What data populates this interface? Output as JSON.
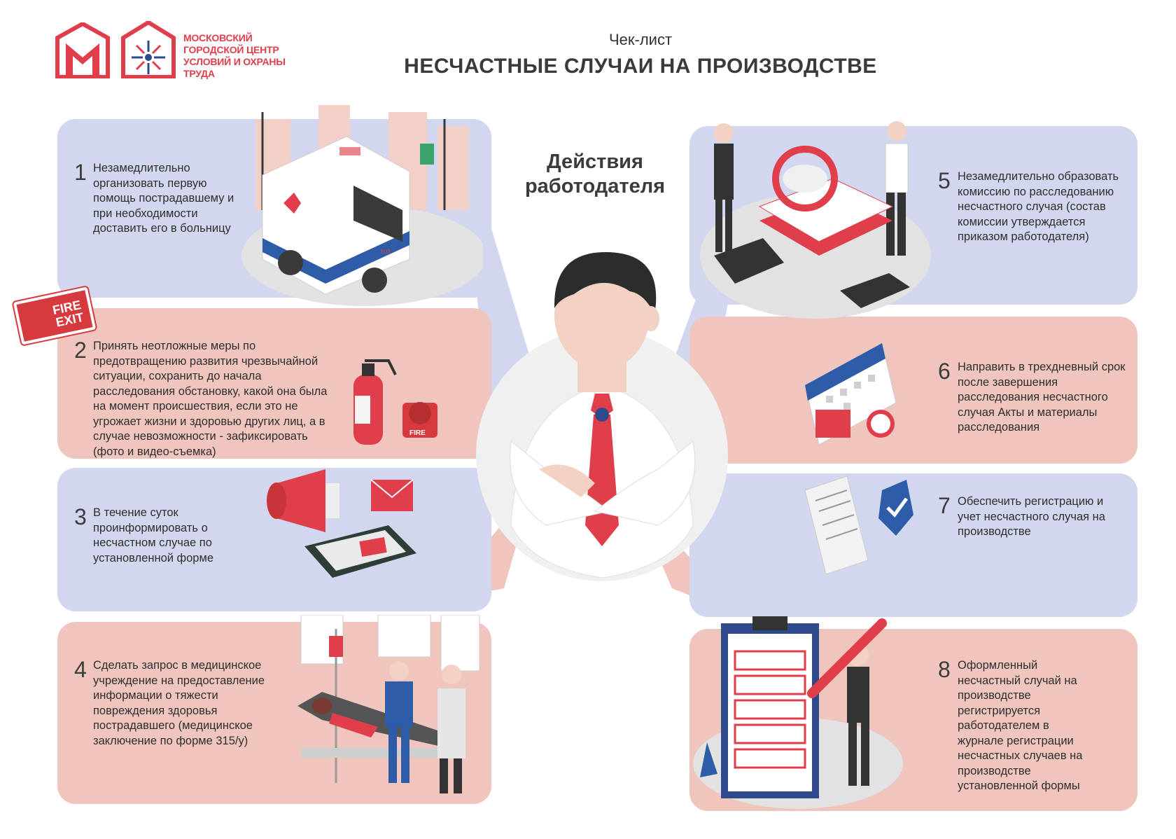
{
  "header": {
    "org_name": "Московский городской центр условий и охраны труда",
    "subtitle": "Чек-лист",
    "title": "НЕСЧАСТНЫЕ СЛУЧАИ НА ПРОИЗВОДСТВЕ"
  },
  "center": {
    "title": "Действия работодателя"
  },
  "fire_exit": {
    "line1": "FIRE",
    "line2": "EXIT"
  },
  "icon_labels": {
    "ambulance": "103",
    "alarm": "FIRE"
  },
  "steps": [
    {
      "num": "1",
      "text": "Незамедлительно организовать первую помощь пострадавшему и при необходимости доставить его в больницу"
    },
    {
      "num": "2",
      "text": "Принять неотложные меры по предотвращению развития чрезвычайной ситуации, сохранить до начала расследования обстановку, какой она была на момент происшествия, если это не угрожает жизни и здоровью других лиц, а в случае невозможности - зафиксировать (фото и видео-съемка)"
    },
    {
      "num": "3",
      "text": "В течение суток проинформировать о несчастном случае по установленной форме"
    },
    {
      "num": "4",
      "text": "Сделать запрос в медицинское учреждение на предоставление информации о тяжести повреждения здоровья пострадавшего (медицинское заключение по форме 315/у)"
    },
    {
      "num": "5",
      "text": "Незамедлительно образовать комиссию по расследованию несчастного случая (состав комиссии утверждается приказом работодателя)"
    },
    {
      "num": "6",
      "text": "Направить в трехдневный срок после завершения расследования несчастного случая Акты и материалы расследования"
    },
    {
      "num": "7",
      "text": "Обеспечить регистрацию и учет несчастного случая на производстве"
    },
    {
      "num": "8",
      "text": "Оформленный несчастный случай на производстве регистрируется работодателем в журнале регистрации несчастных случаев на производстве установленной формы"
    }
  ],
  "colors": {
    "accent": "#e03e4a",
    "blue_panel": "#d2d6ee",
    "pink_panel": "#efc5bd"
  }
}
